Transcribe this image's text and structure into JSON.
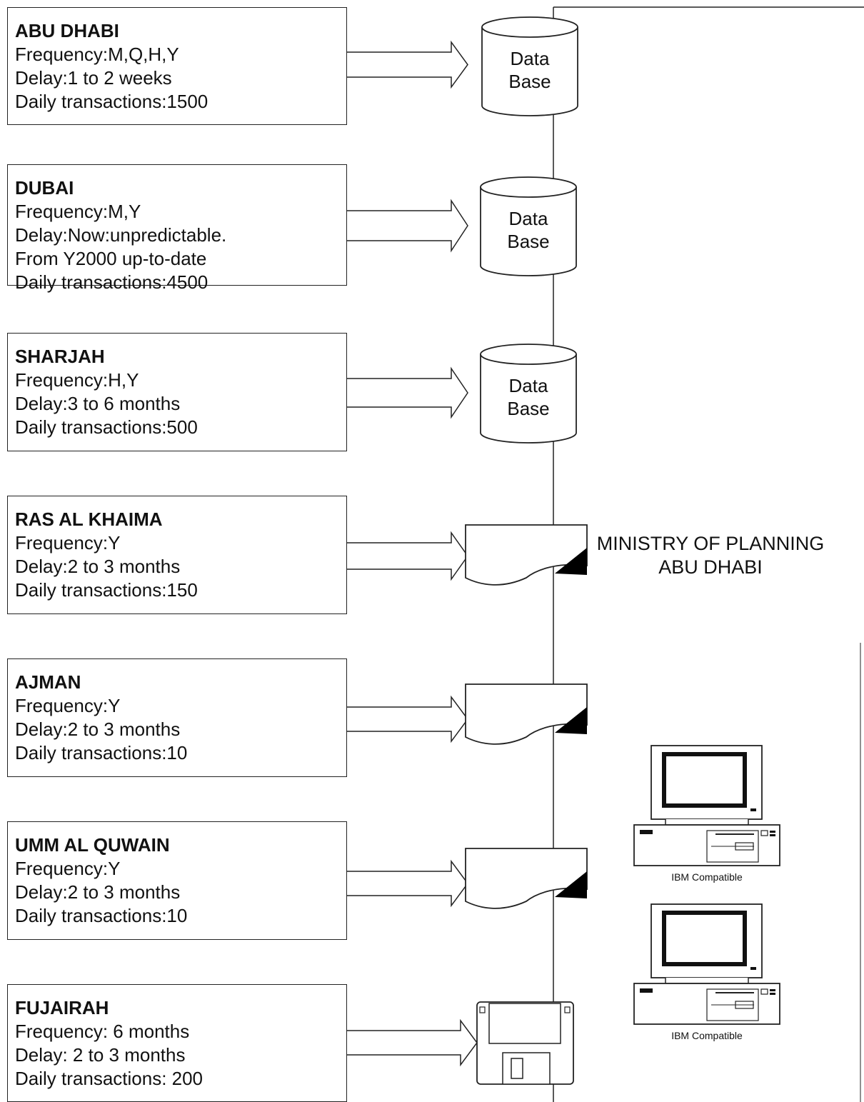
{
  "emirates": [
    {
      "name": "ABU DHABI",
      "lines": [
        "Frequency:M,Q,H,Y",
        "Delay:1 to 2 weeks",
        "Daily transactions:1500"
      ],
      "medium": "database"
    },
    {
      "name": "DUBAI",
      "lines": [
        "Frequency:M,Y",
        "Delay:Now:unpredictable.",
        "From Y2000 up-to-date",
        "Daily transactions:4500"
      ],
      "medium": "database"
    },
    {
      "name": "SHARJAH",
      "lines": [
        "Frequency:H,Y",
        "Delay:3 to 6 months",
        "Daily transactions:500"
      ],
      "medium": "database"
    },
    {
      "name": "RAS AL KHAIMA",
      "lines": [
        "Frequency:Y",
        "Delay:2 to 3 months",
        "Daily transactions:150"
      ],
      "medium": "document"
    },
    {
      "name": "AJMAN",
      "lines": [
        "Frequency:Y",
        "Delay:2 to 3 months",
        "Daily transactions:10"
      ],
      "medium": "document"
    },
    {
      "name": "UMM AL QUWAIN",
      "lines": [
        "Frequency:Y",
        "Delay:2 to 3 months",
        "Daily transactions:10"
      ],
      "medium": "document"
    },
    {
      "name": "FUJAIRAH",
      "lines": [
        "Frequency: 6 months",
        "Delay: 2 to 3 months",
        "Daily transactions: 200"
      ],
      "medium": "floppy-disk"
    }
  ],
  "database_label": [
    "Data",
    "Base"
  ],
  "ministry": {
    "line1": "MINISTRY OF PLANNING",
    "line2": "ABU DHABI"
  },
  "computers": [
    {
      "label": "IBM Compatible"
    },
    {
      "label": "IBM Compatible"
    }
  ]
}
